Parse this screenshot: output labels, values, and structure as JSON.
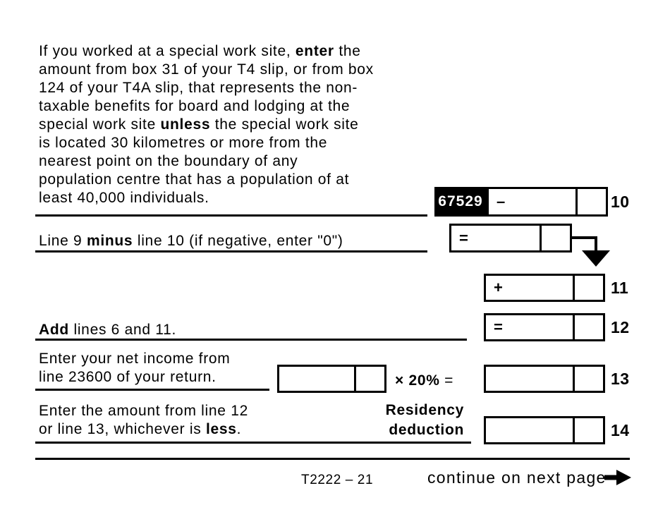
{
  "paragraph": {
    "lines": [
      [
        {
          "t": "If you worked at a special work site, "
        },
        {
          "t": "enter",
          "b": true
        },
        {
          "t": " the"
        }
      ],
      [
        {
          "t": "amount from box 31 of your T4 slip, or from box"
        }
      ],
      [
        {
          "t": "124 of your T4A slip, that represents the non-"
        }
      ],
      [
        {
          "t": "taxable benefits for board and lodging at the"
        }
      ],
      [
        {
          "t": "special work site "
        },
        {
          "t": "unless",
          "b": true
        },
        {
          "t": " the special work site"
        }
      ],
      [
        {
          "t": "is located 30 kilometres or more from the"
        }
      ],
      [
        {
          "t": "nearest point on the boundary of any"
        }
      ],
      [
        {
          "t": "population centre that has a population of at"
        }
      ],
      [
        {
          "t": "least 40,000 individuals."
        }
      ]
    ]
  },
  "lines": {
    "line9_minus": {
      "label_segments": [
        {
          "t": "Line 9 "
        },
        {
          "t": "minus",
          "b": true
        },
        {
          "t": " line 10 (if negative, enter \"0\")"
        }
      ]
    },
    "line10": {
      "code": "67529",
      "operator": "–",
      "number": "10",
      "amount_value": "",
      "cents_value": ""
    },
    "result": {
      "operator": "=",
      "amount_value": "",
      "cents_value": ""
    },
    "line11": {
      "operator": "+",
      "number": "11",
      "amount_value": "",
      "cents_value": ""
    },
    "line12": {
      "operator": "=",
      "number": "12",
      "amount_value": "",
      "cents_value": "",
      "label_segments": [
        {
          "t": "Add",
          "b": true
        },
        {
          "t": " lines 6 and 11."
        }
      ]
    },
    "line13": {
      "number": "13",
      "amount_value": "",
      "cents_value": "",
      "desc_line1": "Enter your net income from",
      "desc_line2": "line 23600 of your return.",
      "input_amount_value": "",
      "input_cents_value": "",
      "multiplier_segments": [
        {
          "t": "× ",
          "b": true
        },
        {
          "t": "20%",
          "b": true
        },
        {
          "t": " ="
        }
      ]
    },
    "line14": {
      "number": "14",
      "amount_value": "",
      "cents_value": "",
      "desc_line1": "Enter the amount from line 12",
      "desc_line2_segments": [
        {
          "t": "or line 13, whichever is "
        },
        {
          "t": "less",
          "b": true
        },
        {
          "t": "."
        }
      ],
      "result_label_line1": "Residency",
      "result_label_line2": "deduction"
    }
  },
  "footer": {
    "form_code": "T2222 – 21",
    "continue_label": "continue on next page"
  },
  "icons": {
    "flow_arrow": "down-arrow",
    "continue_arrow": "right-arrow"
  },
  "colors": {
    "ink": "#000000",
    "paper": "#ffffff",
    "code_box_bg": "#000000",
    "code_box_text": "#ffffff"
  }
}
